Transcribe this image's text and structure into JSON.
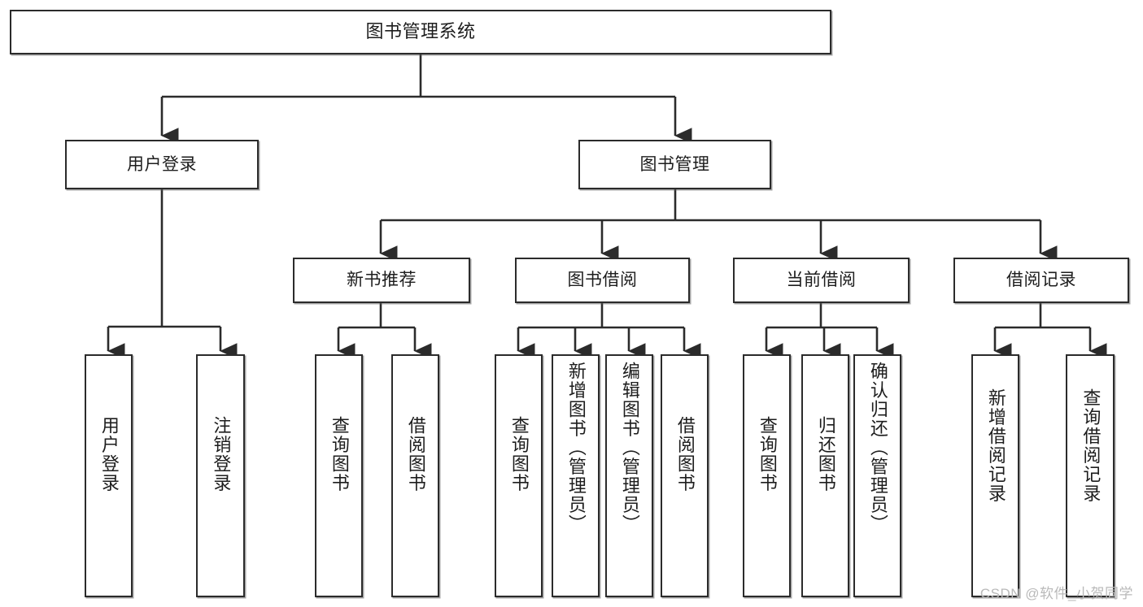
{
  "diagram": {
    "type": "tree",
    "title": "图书管理系统",
    "watermark": "CSDN @软件_小贺同学",
    "levels": {
      "root": {
        "label": "图书管理系统"
      },
      "level2": [
        {
          "id": "user-login",
          "label": "用户登录"
        },
        {
          "id": "book-manage",
          "label": "图书管理"
        }
      ],
      "level3": [
        {
          "id": "new-book-recommend",
          "label": "新书推荐",
          "parent": "book-manage"
        },
        {
          "id": "book-borrow",
          "label": "图书借阅",
          "parent": "book-manage"
        },
        {
          "id": "current-borrow",
          "label": "当前借阅",
          "parent": "book-manage"
        },
        {
          "id": "borrow-record",
          "label": "借阅记录",
          "parent": "book-manage"
        }
      ],
      "leaves": [
        {
          "id": "leaf-user-login",
          "label": "用户登录",
          "parent": "user-login"
        },
        {
          "id": "leaf-logout-login",
          "label": "注销登录",
          "parent": "user-login"
        },
        {
          "id": "leaf-query-book-1",
          "label": "查询图书",
          "parent": "new-book-recommend"
        },
        {
          "id": "leaf-borrow-book-1",
          "label": "借阅图书",
          "parent": "new-book-recommend"
        },
        {
          "id": "leaf-query-book-2",
          "label": "查询图书",
          "parent": "book-borrow"
        },
        {
          "id": "leaf-add-book",
          "label": "新增图书（管理员）",
          "parent": "book-borrow"
        },
        {
          "id": "leaf-edit-book",
          "label": "编辑图书（管理员）",
          "parent": "book-borrow"
        },
        {
          "id": "leaf-borrow-book-2",
          "label": "借阅图书",
          "parent": "book-borrow"
        },
        {
          "id": "leaf-query-book-3",
          "label": "查询图书",
          "parent": "current-borrow"
        },
        {
          "id": "leaf-return-book",
          "label": "归还图书",
          "parent": "current-borrow"
        },
        {
          "id": "leaf-confirm-return",
          "label": "确认归还（管理员）",
          "parent": "current-borrow"
        },
        {
          "id": "leaf-add-record",
          "label": "新增借阅记录",
          "parent": "borrow-record"
        },
        {
          "id": "leaf-query-record",
          "label": "查询借阅记录",
          "parent": "borrow-record"
        }
      ]
    },
    "colors": {
      "stroke": "#2b2b2b",
      "fill": "#ffffff",
      "text": "#1d1d1d",
      "watermark": "#b9b9b9"
    }
  }
}
